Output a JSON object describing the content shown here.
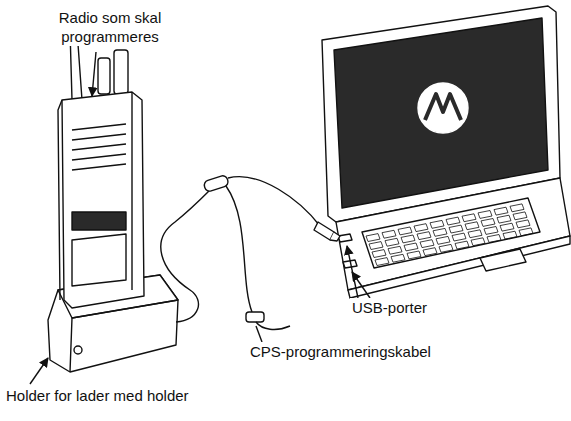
{
  "diagram": {
    "labels": [
      "Radio som skal programmeres",
      "USB-porter",
      "CPS-programmeringskabel",
      "Holder for lader med holder"
    ]
  }
}
